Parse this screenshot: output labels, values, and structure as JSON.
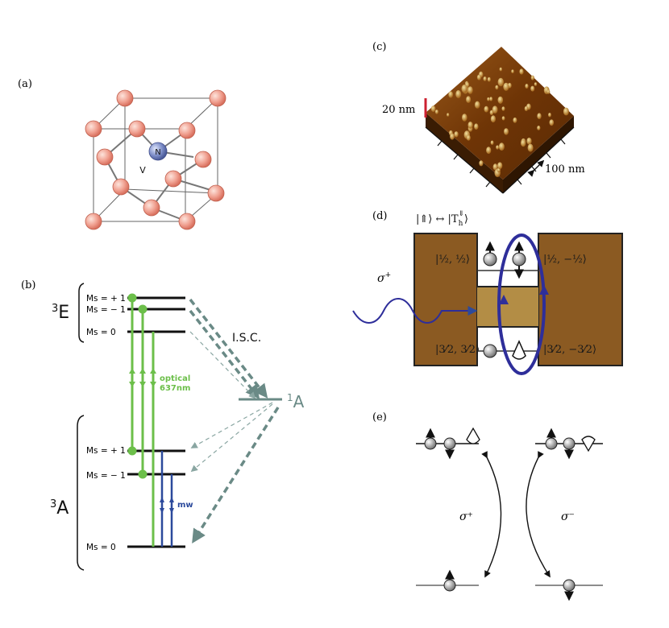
{
  "panels": {
    "a": {
      "label": "(a)",
      "nitrogen": "N",
      "vacancy": "V"
    },
    "b": {
      "label": "(b)",
      "excited": {
        "state": "E",
        "multiplicity": "3"
      },
      "ground": {
        "state": "A",
        "multiplicity": "3"
      },
      "singlet": {
        "state": "A",
        "multiplicity": "1"
      },
      "ms_plus": "Ms = + 1",
      "ms_minus": "Ms = − 1",
      "ms_zero": "Ms = 0",
      "isc": "I.S.C.",
      "optical_line1": "optical",
      "optical_line2": "637nm",
      "mw": "mw"
    },
    "c": {
      "label": "(c)",
      "height_scale": "20 nm",
      "lateral_scale": "100 nm"
    },
    "d": {
      "label": "(d)",
      "transition": "|⇑⟩ ↔ |T",
      "trion_sub": "h",
      "trion_sup": "⇓",
      "ket_close": "⟩",
      "sigma": "σ",
      "sigma_sup": "+",
      "hole_top": "|½, ½⟩",
      "elec_top": "|½, −½⟩",
      "hole_bottom": "|3⁄2, 3⁄2⟩",
      "elec_bottom": "|3⁄2, −3⁄2⟩"
    },
    "e": {
      "label": "(e)",
      "sigma_plus": "σ⁺",
      "sigma_minus": "σ⁻"
    }
  },
  "colors": {
    "carbon": "#f0a090",
    "nitrogen": "#7e8ec8",
    "optical_green": "#6cbf4a",
    "mw_blue": "#2c4a9c",
    "isc_gray": "#6a8a86",
    "afm_brown": "#7a3c08",
    "qd_brown": "#8b5a22",
    "qd_gold": "#b38d45",
    "loop_blue": "#2e2e9a",
    "scale_red": "#cc2030"
  }
}
